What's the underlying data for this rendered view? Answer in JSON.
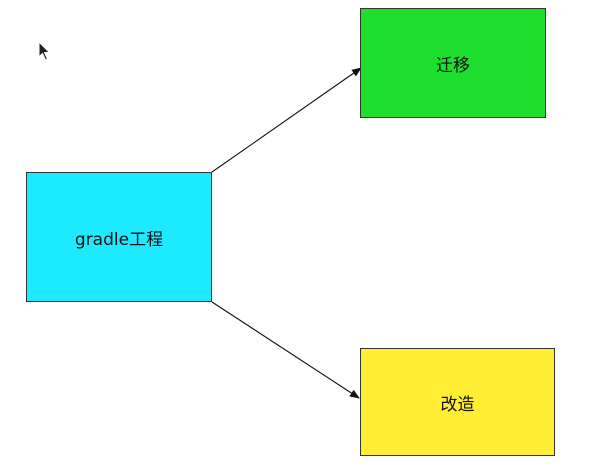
{
  "diagram": {
    "nodes": [
      {
        "id": "source",
        "label": "gradle工程",
        "color": "#1DE9FF"
      },
      {
        "id": "top",
        "label": "迁移",
        "color": "#1EDE2E"
      },
      {
        "id": "bottom",
        "label": "改造",
        "color": "#FFEE33"
      }
    ],
    "edges": [
      {
        "from": "source",
        "to": "top"
      },
      {
        "from": "source",
        "to": "bottom"
      }
    ],
    "stroke_color": "#111111"
  },
  "cursor": {
    "icon": "mouse-pointer-icon"
  }
}
